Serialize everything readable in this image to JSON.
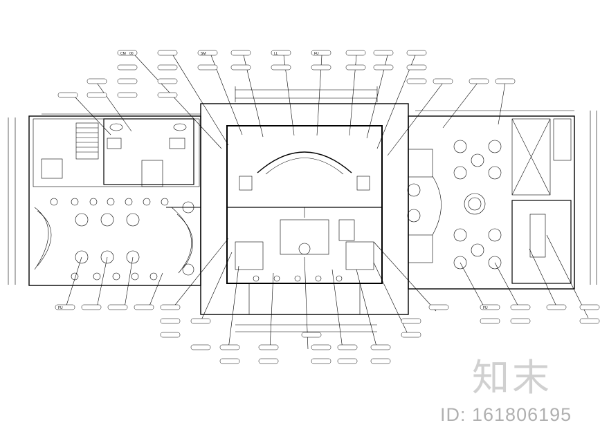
{
  "watermark": {
    "logo_text": "知末",
    "id_text": "ID: 161806195"
  },
  "tag_codes": [
    "CM",
    "FU",
    "LL",
    "SM"
  ],
  "tag_grade": "00",
  "colors": {
    "line": "#000000",
    "watermark": "#aaaaaa"
  }
}
